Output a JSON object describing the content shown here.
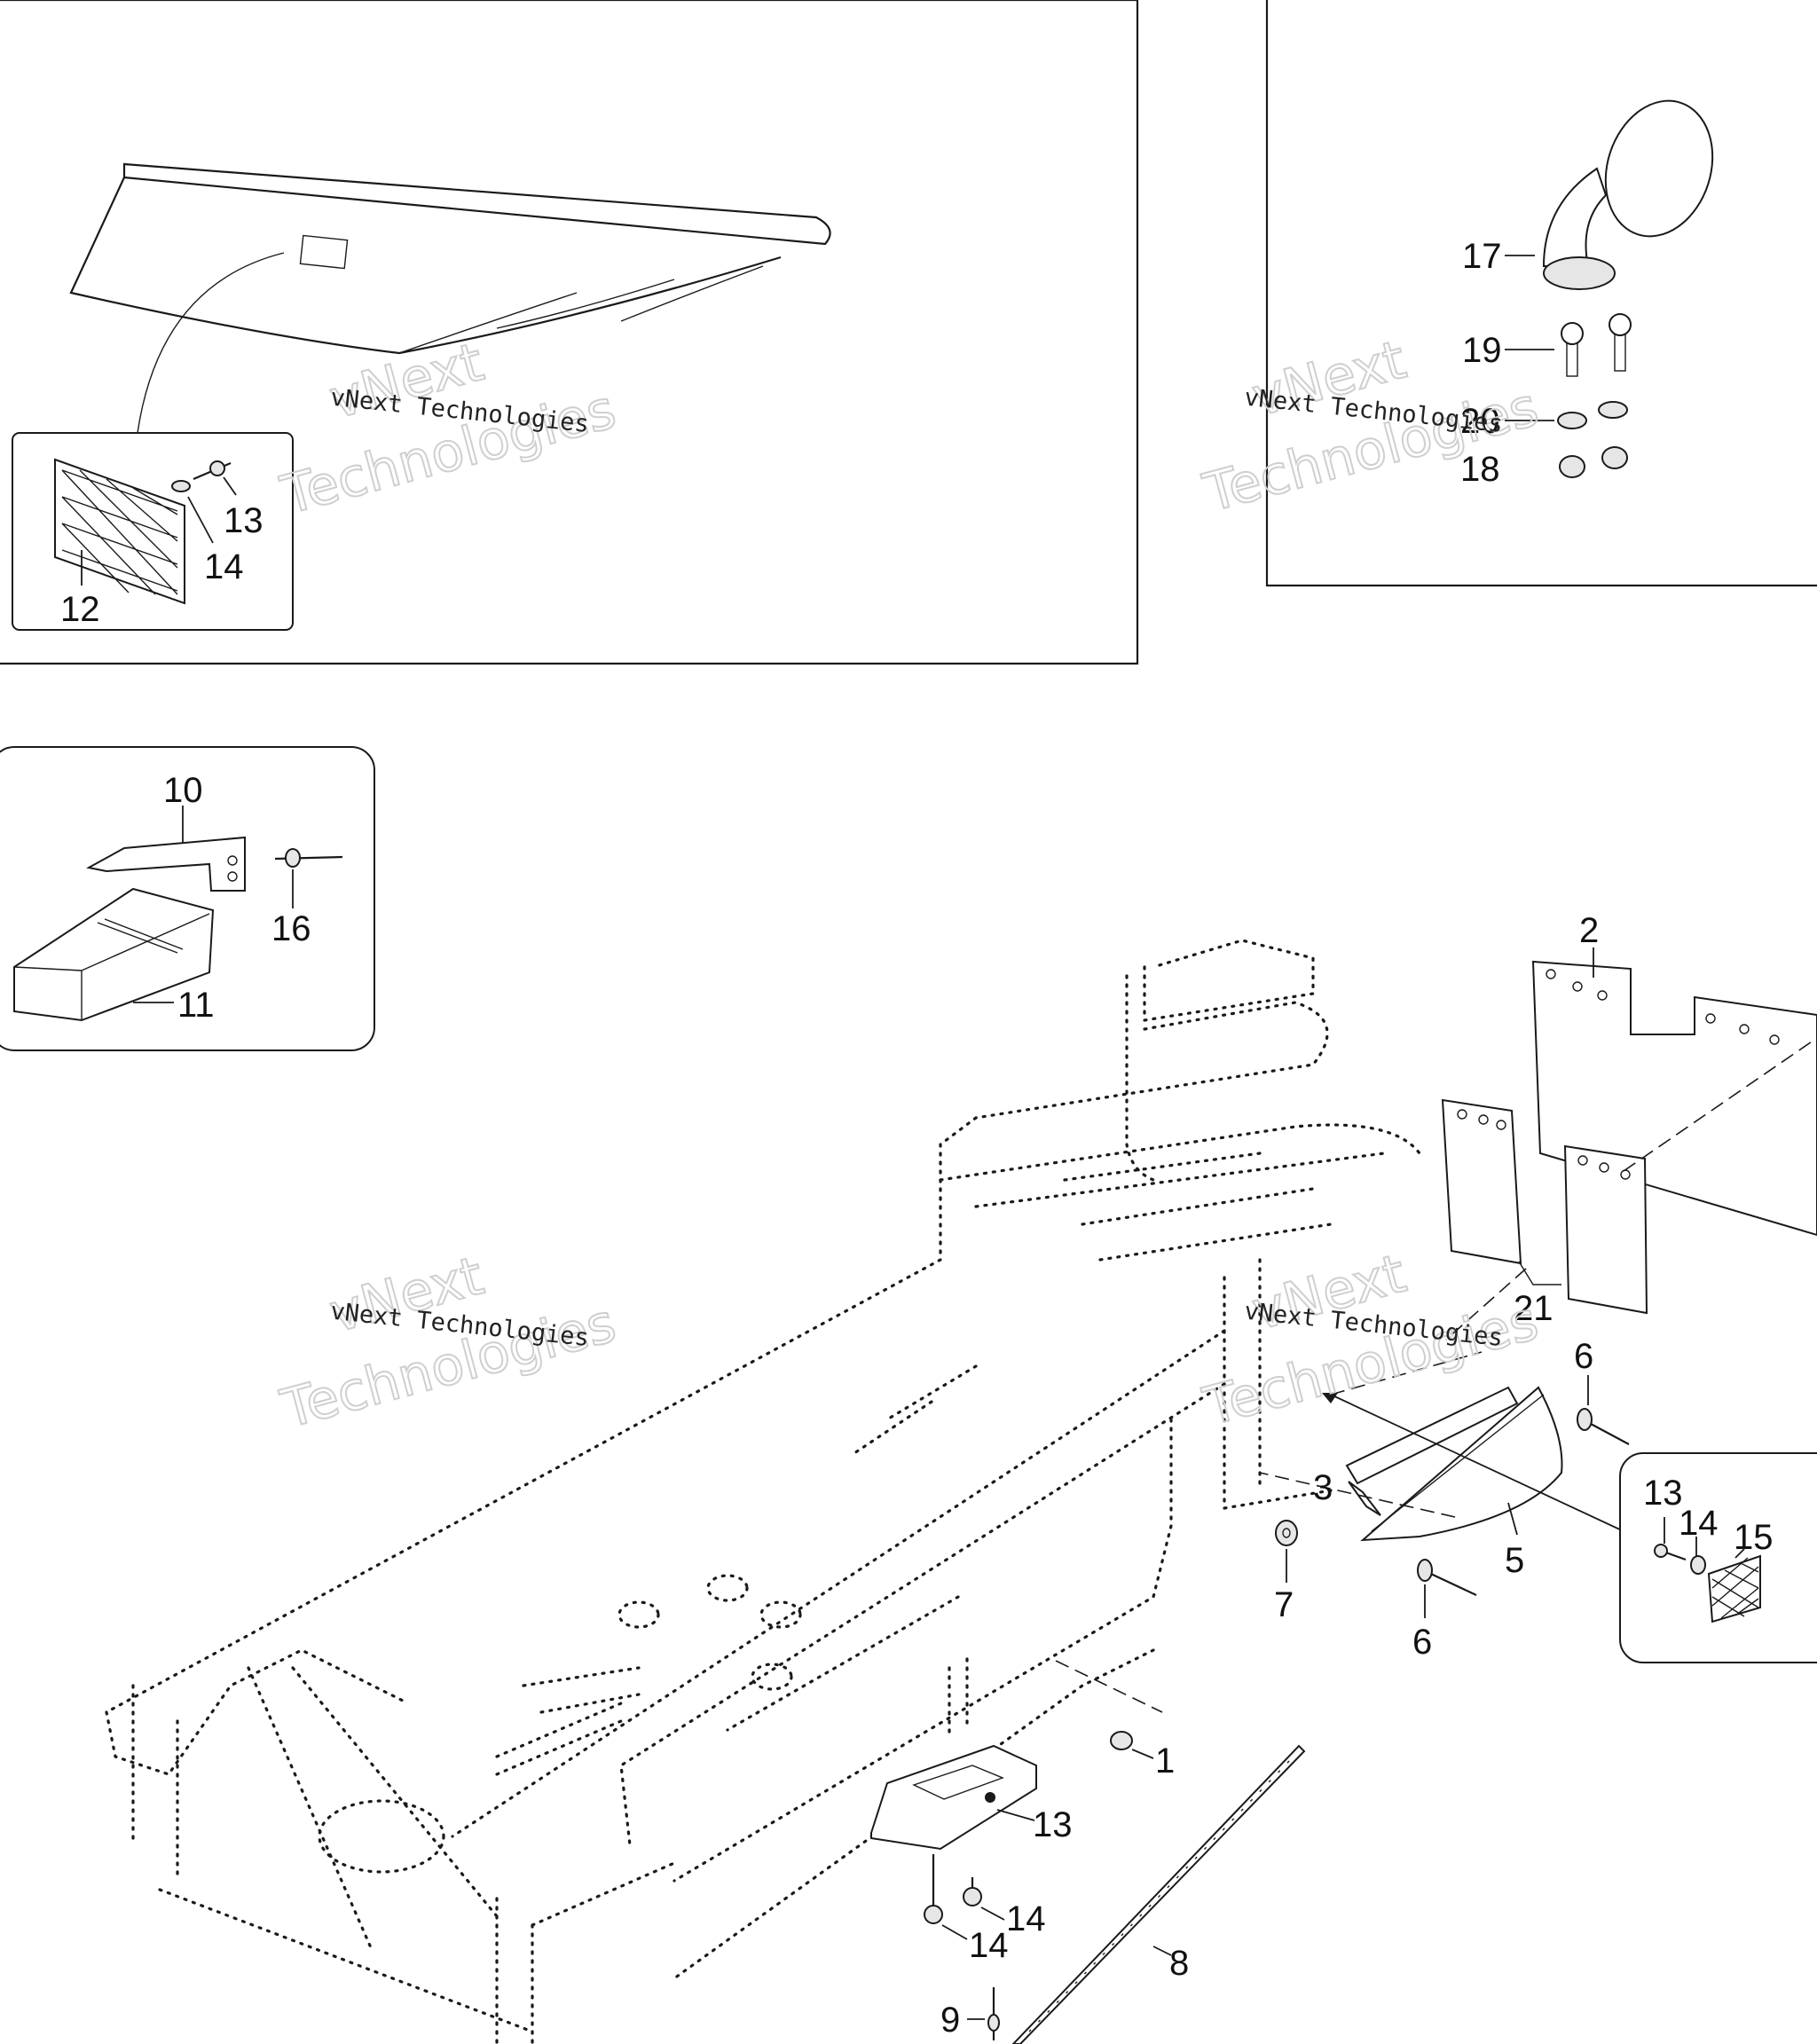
{
  "labels": {
    "p1": "1",
    "p2": "2",
    "p3": "3",
    "p5": "5",
    "p6a": "6",
    "p6b": "6",
    "p7": "7",
    "p8": "8",
    "p9": "9",
    "p10": "10",
    "p11": "11",
    "p12": "12",
    "p13a": "13",
    "p13b": "13",
    "p13c": "13",
    "p14a": "14",
    "p14b": "14",
    "p14c": "14",
    "p14d": "14",
    "p15": "15",
    "p16": "16",
    "p17": "17",
    "p18": "18",
    "p19": "19",
    "p20": "20",
    "p21": "21"
  },
  "watermark": {
    "line1": "vNext",
    "line2": "Technologies",
    "small": "vNext Technologies"
  }
}
